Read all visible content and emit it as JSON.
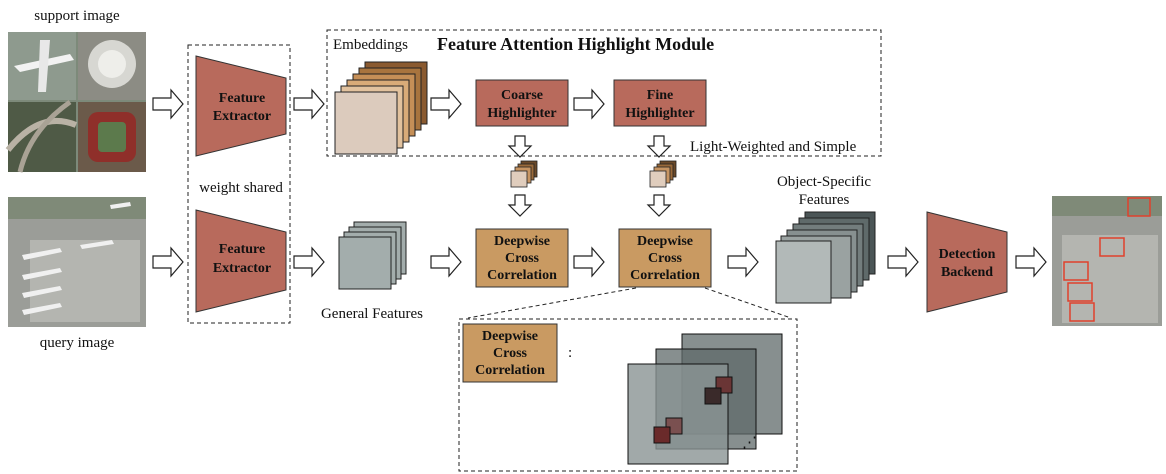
{
  "labels": {
    "support_image": "support image",
    "query_image": "query image",
    "weight_shared": "weight shared",
    "embeddings": "Embeddings",
    "module_title": "Feature Attention Highlight Module",
    "light_weighted": "Light-Weighted and Simple",
    "general_features": "General Features",
    "object_specific_1": "Object-Specific",
    "object_specific_2": "Features",
    "colon": ":",
    "ellipsis": "⋰"
  },
  "boxes": {
    "feature_extractor_1": "Feature",
    "feature_extractor_2": "Extractor",
    "coarse_1": "Coarse",
    "coarse_2": "Highlighter",
    "fine_1": "Fine",
    "fine_2": "Highlighter",
    "dwxc_1": "Deepwise",
    "dwxc_2": "Cross",
    "dwxc_3": "Correlation",
    "backend_1": "Detection",
    "backend_2": "Backend"
  },
  "colors": {
    "red_box": "#b86a5c",
    "tan_box": "#c99a62",
    "gray_box": "#a9b1b0",
    "dark_gray": "#5f6a6a",
    "detection_red": "#e0412c"
  }
}
